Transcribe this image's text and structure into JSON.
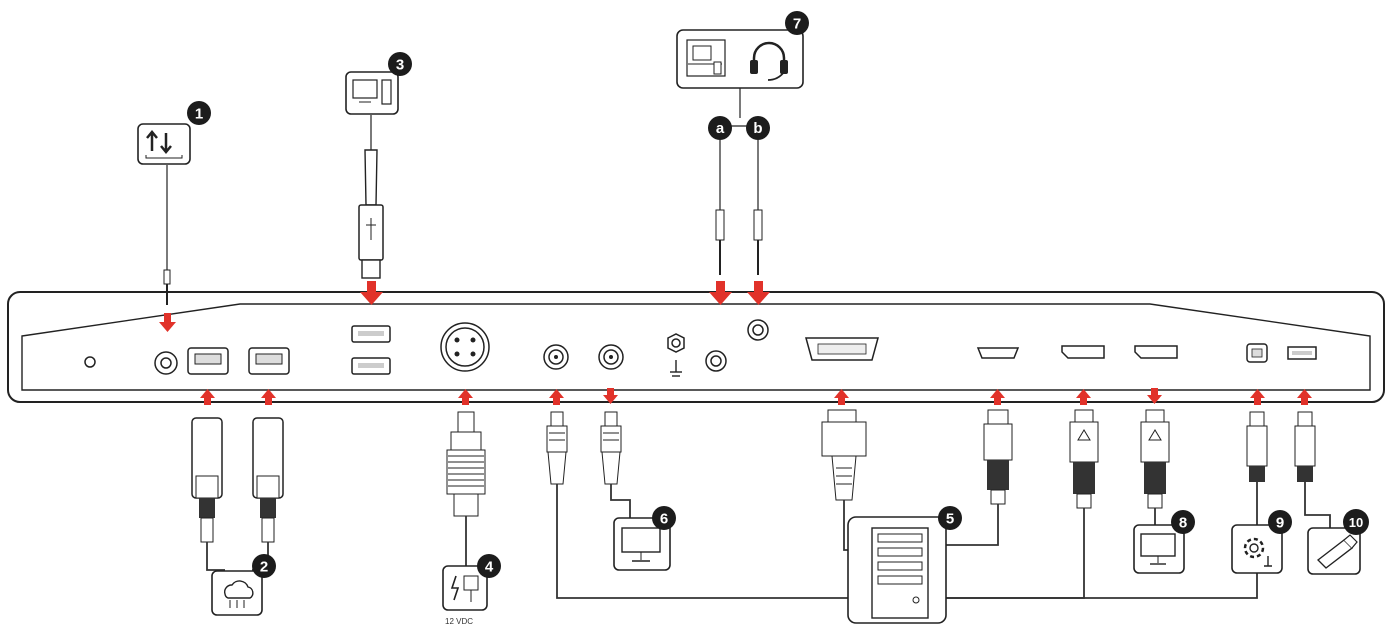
{
  "callouts": [
    "1",
    "2",
    "3",
    "4",
    "5",
    "6",
    "7",
    "8",
    "9",
    "10"
  ],
  "audio_sublabels": [
    "a",
    "b"
  ],
  "power_label": "12 VDC",
  "icons": {
    "1": "data-transfer-icon",
    "2": "network-cloud-icon",
    "3": "pc-tower-icon",
    "4": "power-supply-icon",
    "5": "computer-tower-icon",
    "6": "monitor-icon",
    "7a": "workstation-icon",
    "7b": "headset-icon",
    "8": "monitor-icon",
    "9": "settings-service-icon",
    "10": "usb-stick-icon"
  },
  "colors": {
    "arrow": "#e1322a",
    "callout": "#1c1c1c",
    "line": "#222222"
  }
}
